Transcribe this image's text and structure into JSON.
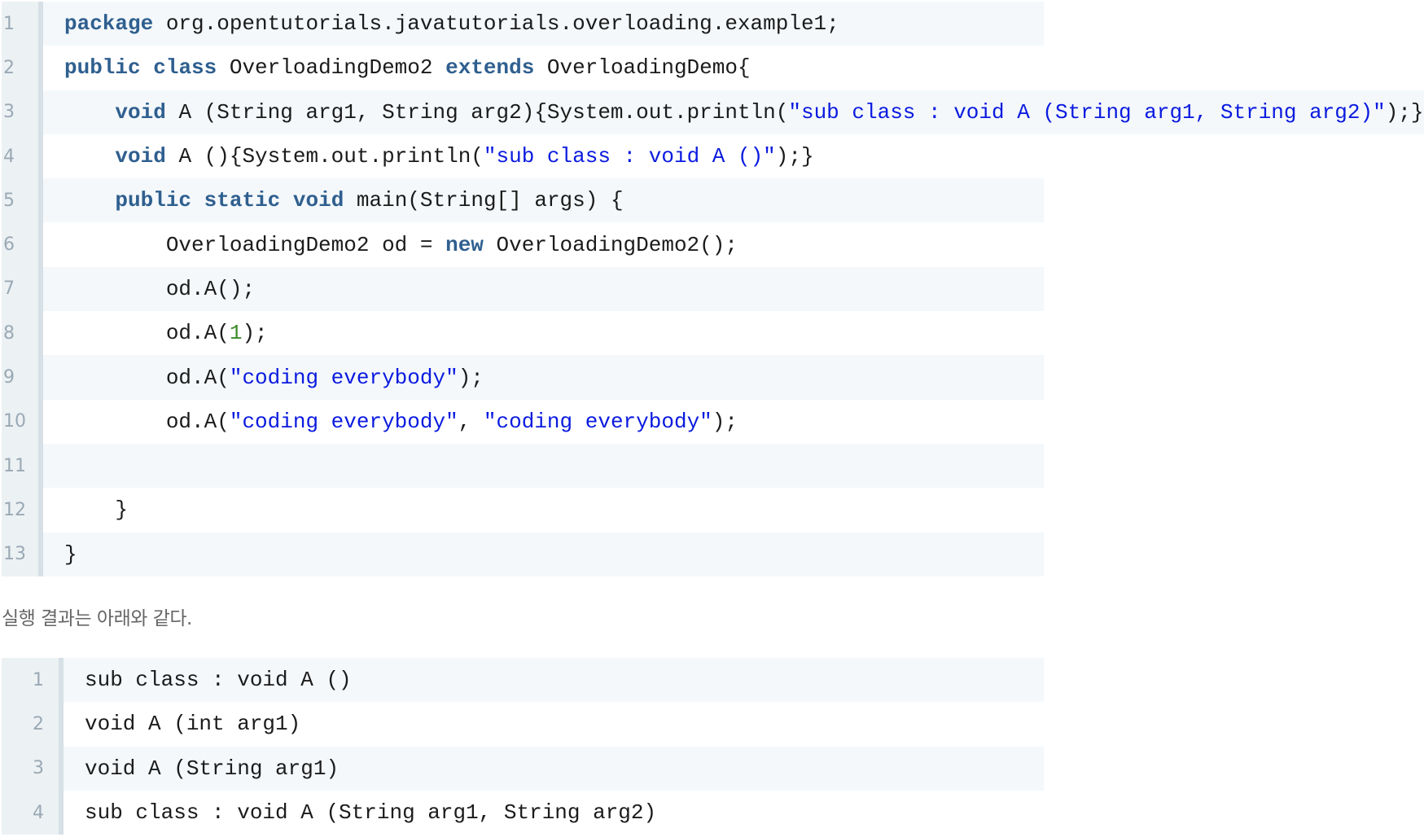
{
  "source_code": {
    "lines": [
      {
        "number": "1",
        "indent": "",
        "tokens": [
          {
            "t": "package",
            "k": "kw"
          },
          {
            "t": " org.opentutorials.javatutorials.overloading.example1;",
            "k": ""
          }
        ]
      },
      {
        "number": "2",
        "indent": "",
        "tokens": [
          {
            "t": "public",
            "k": "kw"
          },
          {
            "t": " ",
            "k": ""
          },
          {
            "t": "class",
            "k": "kw"
          },
          {
            "t": " OverloadingDemo2 ",
            "k": ""
          },
          {
            "t": "extends",
            "k": "kw"
          },
          {
            "t": " OverloadingDemo{",
            "k": ""
          }
        ]
      },
      {
        "number": "3",
        "indent": "    ",
        "tokens": [
          {
            "t": "void",
            "k": "kw"
          },
          {
            "t": " A (String arg1, String arg2){System.out.println(",
            "k": ""
          },
          {
            "t": "\"sub class : void A (String arg1, String arg2)\"",
            "k": "str"
          },
          {
            "t": ");}",
            "k": ""
          }
        ]
      },
      {
        "number": "4",
        "indent": "    ",
        "tokens": [
          {
            "t": "void",
            "k": "kw"
          },
          {
            "t": " A (){System.out.println(",
            "k": ""
          },
          {
            "t": "\"sub class : void A ()\"",
            "k": "str"
          },
          {
            "t": ");}",
            "k": ""
          }
        ]
      },
      {
        "number": "5",
        "indent": "    ",
        "tokens": [
          {
            "t": "public",
            "k": "kw"
          },
          {
            "t": " ",
            "k": ""
          },
          {
            "t": "static",
            "k": "kw"
          },
          {
            "t": " ",
            "k": ""
          },
          {
            "t": "void",
            "k": "kw"
          },
          {
            "t": " main(String[] args) {",
            "k": ""
          }
        ]
      },
      {
        "number": "6",
        "indent": "        ",
        "tokens": [
          {
            "t": "OverloadingDemo2 od = ",
            "k": ""
          },
          {
            "t": "new",
            "k": "kw"
          },
          {
            "t": " OverloadingDemo2();",
            "k": ""
          }
        ]
      },
      {
        "number": "7",
        "indent": "        ",
        "tokens": [
          {
            "t": "od.A();",
            "k": ""
          }
        ]
      },
      {
        "number": "8",
        "indent": "        ",
        "tokens": [
          {
            "t": "od.A(",
            "k": ""
          },
          {
            "t": "1",
            "k": "num"
          },
          {
            "t": ");",
            "k": ""
          }
        ]
      },
      {
        "number": "9",
        "indent": "        ",
        "tokens": [
          {
            "t": "od.A(",
            "k": ""
          },
          {
            "t": "\"coding everybody\"",
            "k": "str"
          },
          {
            "t": ");",
            "k": ""
          }
        ]
      },
      {
        "number": "10",
        "indent": "        ",
        "tokens": [
          {
            "t": "od.A(",
            "k": ""
          },
          {
            "t": "\"coding everybody\"",
            "k": "str"
          },
          {
            "t": ", ",
            "k": ""
          },
          {
            "t": "\"coding everybody\"",
            "k": "str"
          },
          {
            "t": ");",
            "k": ""
          }
        ]
      },
      {
        "number": "11",
        "indent": "",
        "tokens": []
      },
      {
        "number": "12",
        "indent": "    ",
        "tokens": [
          {
            "t": "}",
            "k": ""
          }
        ]
      },
      {
        "number": "13",
        "indent": "",
        "tokens": [
          {
            "t": "}",
            "k": ""
          }
        ]
      }
    ]
  },
  "caption": {
    "text": "실행 결과는 아래와 같다."
  },
  "output": {
    "lines": [
      {
        "number": "1",
        "text": "sub class : void A ()"
      },
      {
        "number": "2",
        "text": "void A (int arg1)"
      },
      {
        "number": "3",
        "text": "void A (String arg1)"
      },
      {
        "number": "4",
        "text": "sub class : void A (String arg1, String arg2)"
      }
    ]
  },
  "colors": {
    "keyword": "#2f5f8f",
    "string": "#0a1adf",
    "number": "#3b8c2a",
    "gutter_bg": "#ecf1f4",
    "gutter_border": "#d7e0e6",
    "row_alt_bg": "#f4f8fb"
  }
}
